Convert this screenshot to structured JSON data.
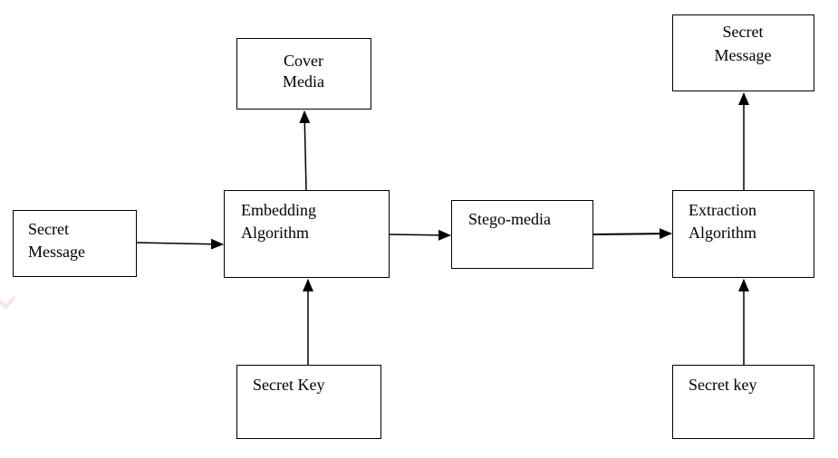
{
  "diagram": {
    "cover_media": {
      "line1": "Cover",
      "line2": "Media"
    },
    "secret_message_in": {
      "line1": "Secret",
      "line2": "Message"
    },
    "embedding_algorithm": {
      "line1": "Embedding",
      "line2": "Algorithm"
    },
    "secret_key_embed": "Secret Key",
    "stego_media": "Stego-media",
    "extraction_algorithm": {
      "line1": "Extraction",
      "line2": "Algorithm"
    },
    "secret_key_extract": "Secret key",
    "secret_message_out": {
      "line1": "Secret",
      "line2": "Message"
    }
  }
}
